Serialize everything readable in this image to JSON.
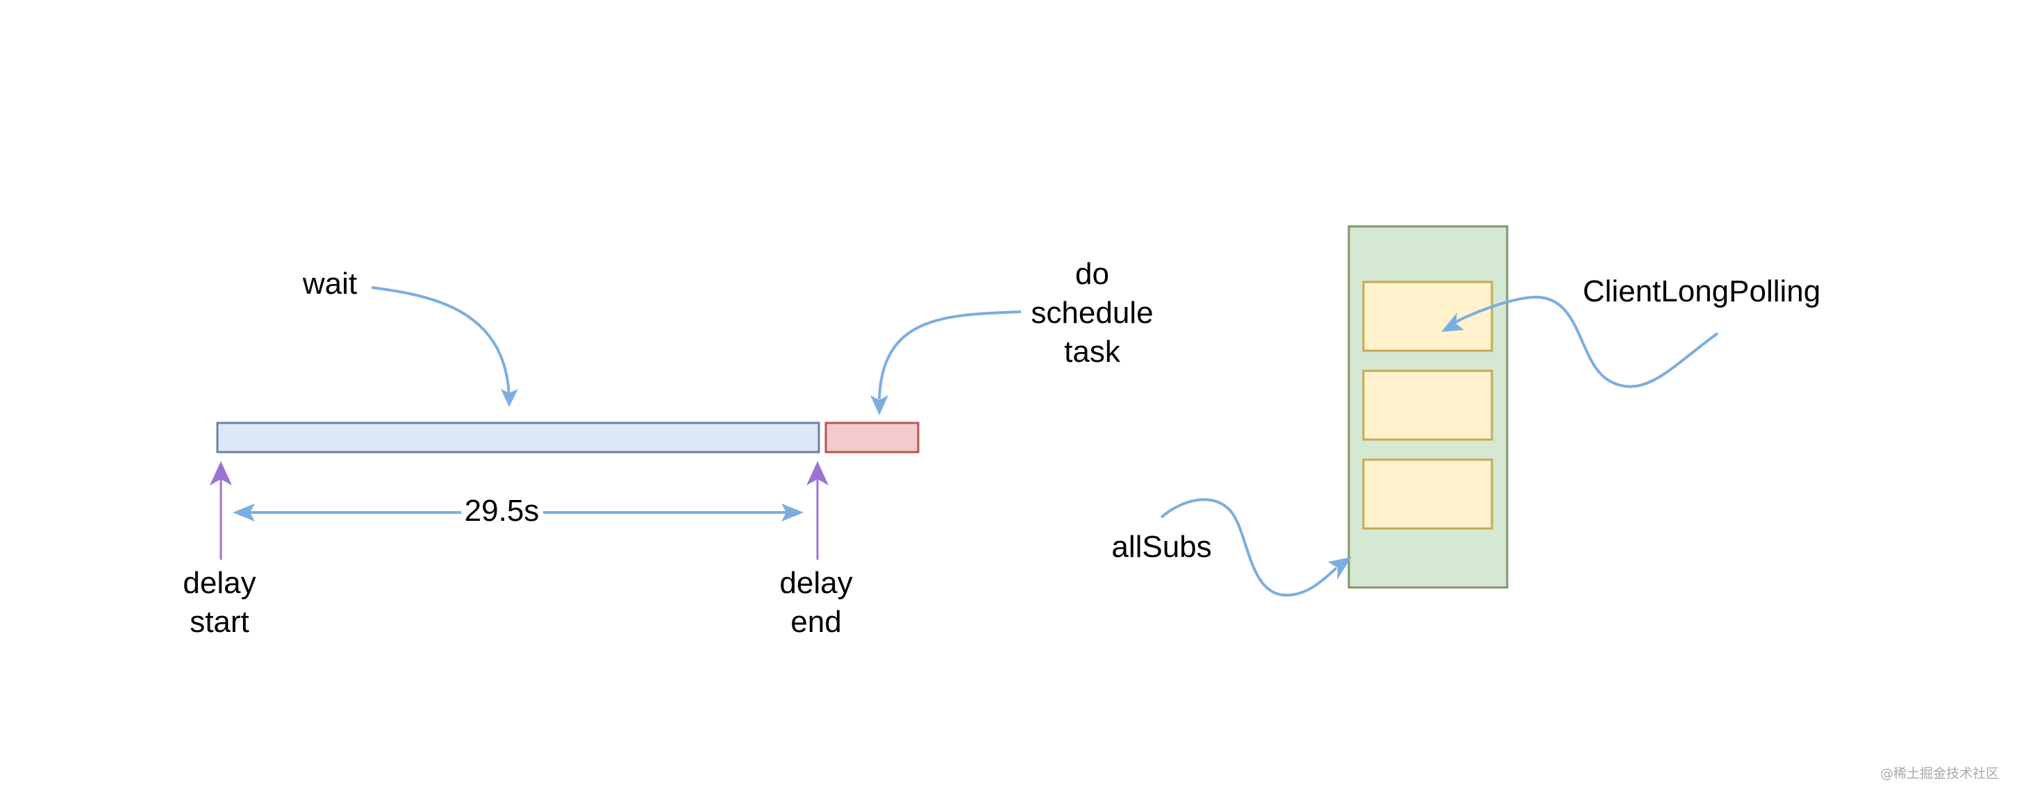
{
  "labels": {
    "wait": "wait",
    "do_schedule_task": [
      "do",
      "schedule",
      "task"
    ],
    "duration": "29.5s",
    "delay_start": [
      "delay",
      "start"
    ],
    "delay_end": [
      "delay",
      "end"
    ],
    "client_long_polling": "ClientLongPolling",
    "all_subs": "allSubs"
  },
  "watermark": "@稀土掘金技术社区",
  "colors": {
    "wait_bar_fill": "#dde8f8",
    "wait_bar_stroke": "#6c7fa8",
    "task_bar_fill": "#f2cccc",
    "task_bar_stroke": "#b85450",
    "blue_arrow": "#7aaee0",
    "purple_marker": "#9a74d4",
    "container_fill": "#d5e8d4",
    "container_stroke": "#82956a",
    "slot_fill": "#fff2cc",
    "slot_stroke": "#c8a850"
  }
}
